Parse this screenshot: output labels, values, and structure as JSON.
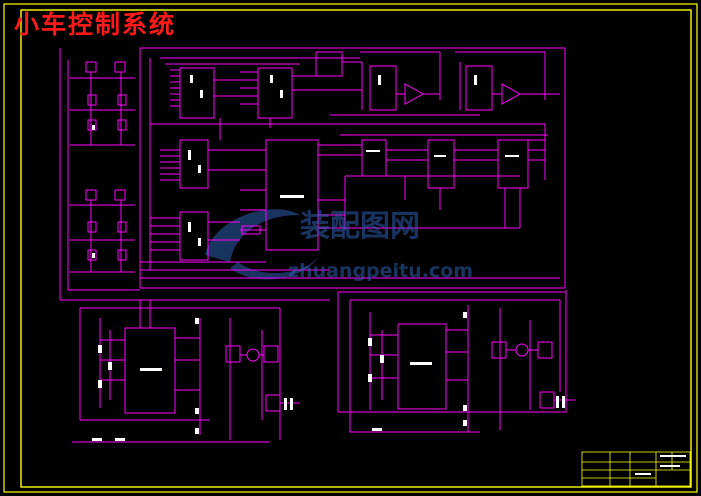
{
  "drawing": {
    "title": "小车控制系统",
    "colors": {
      "background": "#000000",
      "border": "#ffff00",
      "wire": "#ff00ff",
      "component": "#ffffff",
      "title": "#ff1a1a",
      "watermark": "#2f5fb0"
    }
  },
  "watermark": {
    "brand_cn": "装配图网",
    "brand_url": "zhuangpeitu.com",
    "logo_icon": "swoosh-logo-icon"
  }
}
